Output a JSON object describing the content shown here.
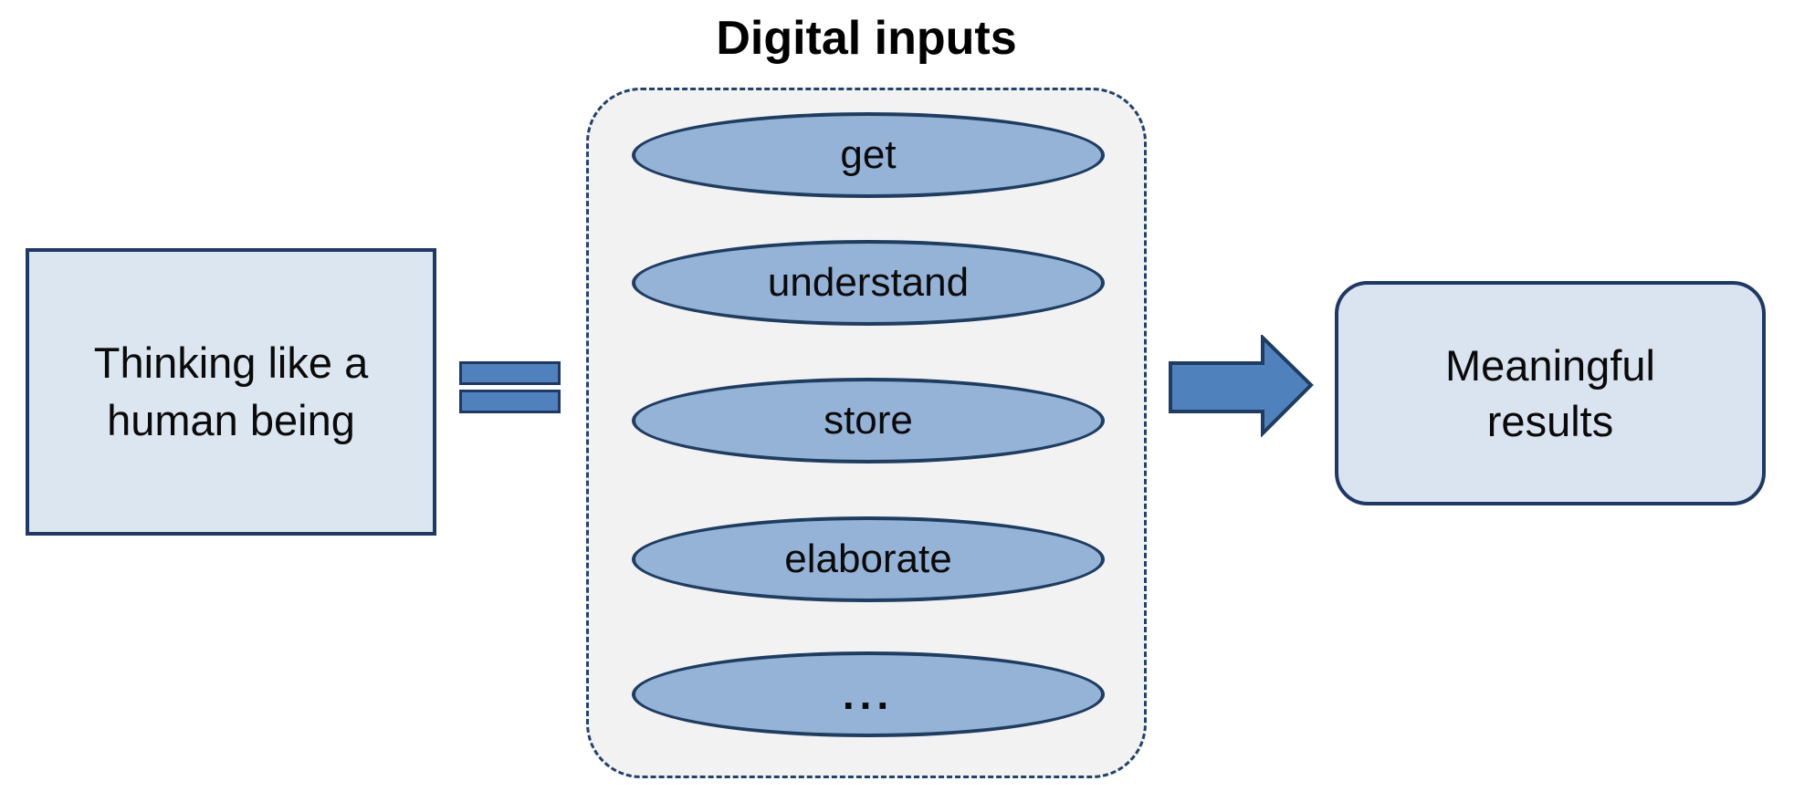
{
  "diagram": {
    "left_box": {
      "label": "Thinking like a\nhuman being"
    },
    "equals_icon": "equals-sign",
    "inputs_group": {
      "title": "Digital inputs",
      "items": [
        "get",
        "understand",
        "store",
        "elaborate",
        "..."
      ]
    },
    "arrow_icon": "right-block-arrow",
    "right_box": {
      "label": "Meaningful\nresults"
    },
    "colors": {
      "box_fill": "#dce6f1",
      "result_box_fill": "#dae3f0",
      "box_border": "#1f3864",
      "ellipse_fill": "#95b3d7",
      "ellipse_border": "#1f3c61",
      "accent_blue": "#4f81bd",
      "group_fill": "#f2f2f2",
      "group_border": "#22426b",
      "text": "#000000"
    }
  }
}
